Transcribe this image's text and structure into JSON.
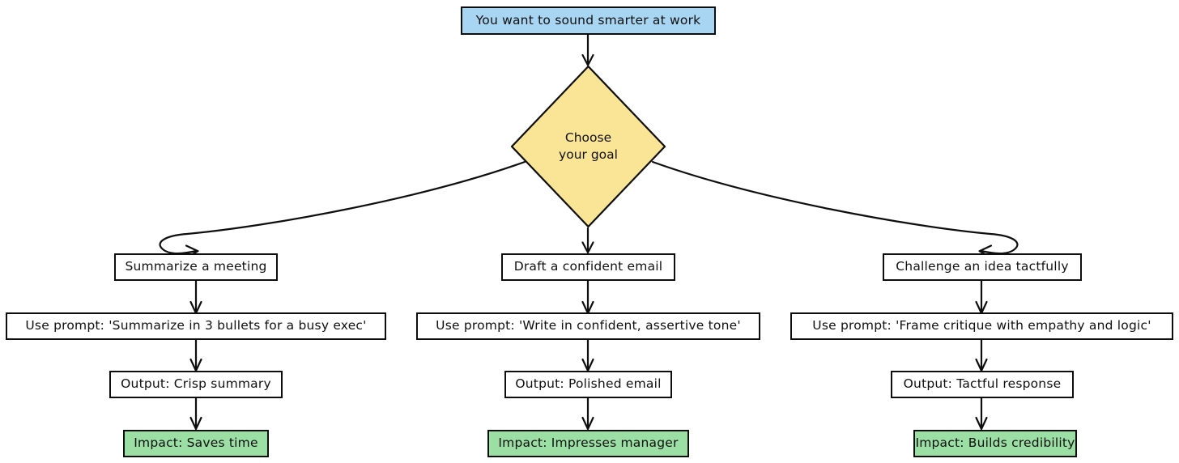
{
  "diagram": {
    "type": "flowchart",
    "direction": "top-down",
    "background_color": "#ffffff",
    "stroke_color": "#0e0e0e",
    "text_color": "#101010",
    "palette": {
      "start_fill": "#a8d5f2",
      "decision_fill": "#fae596",
      "impact_fill": "#9bdfa5",
      "default_fill": "#ffffff"
    },
    "start": {
      "id": "start",
      "shape": "rectangle",
      "label": "You want to sound smarter at work",
      "fill": "#a8d5f2"
    },
    "decision": {
      "id": "choose-goal",
      "shape": "diamond",
      "label_line1": "Choose",
      "label_line2": "your goal",
      "fill": "#fae596"
    },
    "branches": [
      {
        "id": "branch-summarize",
        "goal": "Summarize a meeting",
        "prompt": "Use prompt: 'Summarize in 3 bullets for a busy exec'",
        "output": "Output: Crisp summary",
        "impact": "Impact: Saves time"
      },
      {
        "id": "branch-email",
        "goal": "Draft a confident email",
        "prompt": "Use prompt: 'Write in confident, assertive tone'",
        "output": "Output: Polished email",
        "impact": "Impact: Impresses manager"
      },
      {
        "id": "branch-challenge",
        "goal": "Challenge an idea tactfully",
        "prompt": "Use prompt: 'Frame critique with empathy and logic'",
        "output": "Output: Tactful response",
        "impact": "Impact: Builds credibility"
      }
    ],
    "edges": [
      {
        "from": "start",
        "to": "choose-goal",
        "style": "straight-arrow"
      },
      {
        "from": "choose-goal",
        "to": "branch-summarize.goal",
        "style": "curved-arrow"
      },
      {
        "from": "choose-goal",
        "to": "branch-email.goal",
        "style": "straight-arrow"
      },
      {
        "from": "choose-goal",
        "to": "branch-challenge.goal",
        "style": "curved-arrow"
      },
      {
        "from": "branch-summarize.goal",
        "to": "branch-summarize.prompt",
        "style": "straight-arrow"
      },
      {
        "from": "branch-summarize.prompt",
        "to": "branch-summarize.output",
        "style": "straight-arrow"
      },
      {
        "from": "branch-summarize.output",
        "to": "branch-summarize.impact",
        "style": "straight-arrow"
      },
      {
        "from": "branch-email.goal",
        "to": "branch-email.prompt",
        "style": "straight-arrow"
      },
      {
        "from": "branch-email.prompt",
        "to": "branch-email.output",
        "style": "straight-arrow"
      },
      {
        "from": "branch-email.output",
        "to": "branch-email.impact",
        "style": "straight-arrow"
      },
      {
        "from": "branch-challenge.goal",
        "to": "branch-challenge.prompt",
        "style": "straight-arrow"
      },
      {
        "from": "branch-challenge.prompt",
        "to": "branch-challenge.output",
        "style": "straight-arrow"
      },
      {
        "from": "branch-challenge.output",
        "to": "branch-challenge.impact",
        "style": "straight-arrow"
      }
    ]
  }
}
